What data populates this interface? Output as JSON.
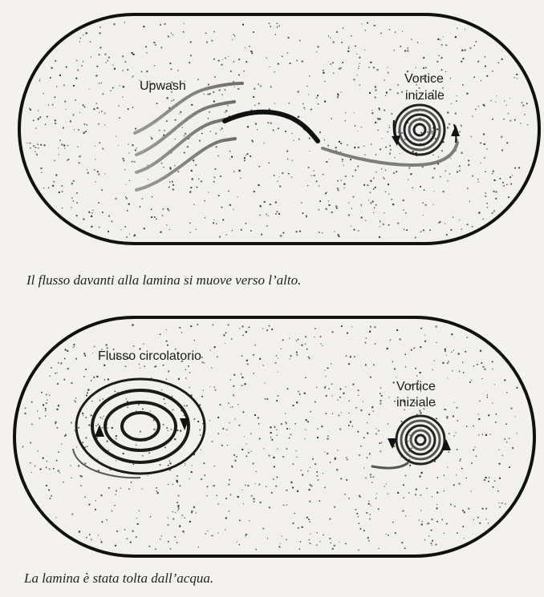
{
  "panel_top": {
    "label_upwash": "Upwash",
    "label_vortex_line1": "Vortice",
    "label_vortex_line2": "iniziale",
    "caption": "Il flusso davanti alla lamina si muove verso l’alto."
  },
  "panel_bottom": {
    "label_circulation": "Flusso circolatorio",
    "label_vortex_line1": "Vortice",
    "label_vortex_line2": "iniziale",
    "caption": "La lamina è stata tolta dall’acqua."
  },
  "colors": {
    "background": "#f3f2ee",
    "ink": "#1a1a1a",
    "streamline": "#8a8a8a"
  }
}
